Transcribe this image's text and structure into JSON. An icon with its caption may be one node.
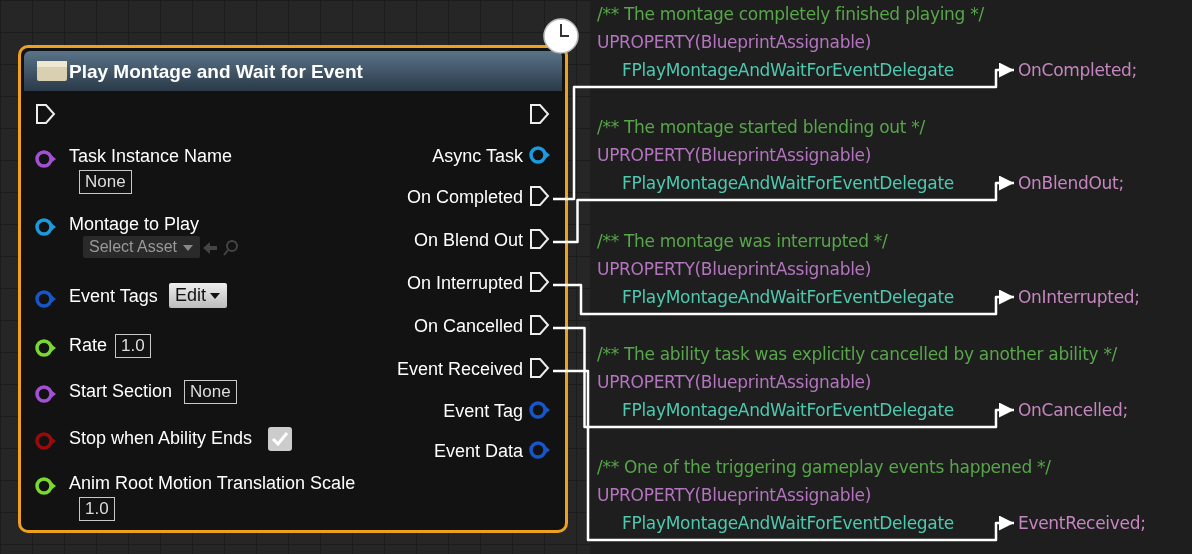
{
  "diagram": {
    "nodes": [
      {
        "text": [
          "Play Montage and Wait for Event"
        ]
      },
      {
        "text": [
          "Task Instance Name",
          "None"
        ],
        "in": 0
      },
      {
        "text": [
          "Montage to Play",
          "Select Asset"
        ],
        "in": 0
      },
      {
        "text": [
          "Event Tags",
          "Edit"
        ],
        "in": 0
      },
      {
        "text": [
          "Rate",
          "1.0"
        ],
        "in": 0
      },
      {
        "text": [
          "Start Section",
          "None"
        ],
        "in": 0
      },
      {
        "text": [
          "Stop when Ability Ends"
        ],
        "in": 0
      },
      {
        "text": [
          "Anim Root Motion Translation Scale",
          "1.0"
        ],
        "in": 0
      },
      {
        "text": [
          "Async Task"
        ],
        "in": 0
      },
      {
        "text": [
          "On Completed"
        ],
        "in": 0
      },
      {
        "text": [
          "On Blend Out"
        ],
        "in": 0
      },
      {
        "text": [
          "On Interrupted"
        ],
        "in": 0
      },
      {
        "text": [
          "On Cancelled"
        ],
        "in": 0
      },
      {
        "text": [
          "Event Received"
        ],
        "in": 0
      },
      {
        "text": [
          "Event Tag"
        ],
        "in": 0
      },
      {
        "text": [
          "Event Data"
        ],
        "in": 0
      },
      {
        "text": [
          "OnCompleted;"
        ]
      },
      {
        "text": [
          "OnBlendOut;"
        ]
      },
      {
        "text": [
          "OnInterrupted;"
        ]
      },
      {
        "text": [
          "OnCancelled;"
        ]
      },
      {
        "text": [
          "EventReceived;"
        ]
      }
    ],
    "edges": [
      {
        "from": 9,
        "to": 16,
        "arrow": "to"
      },
      {
        "from": 10,
        "to": 17,
        "arrow": "to"
      },
      {
        "from": 11,
        "to": 18,
        "arrow": "to"
      },
      {
        "from": 12,
        "to": 19,
        "arrow": "to"
      },
      {
        "from": 13,
        "to": 20,
        "arrow": "to"
      }
    ],
    "labels": [
      "/** The montage completely finished playing */",
      "UPROPERTY(BlueprintAssignable)",
      "FPlayMontageAndWaitForEventDelegate",
      "/** The montage started blending out */",
      "UPROPERTY(BlueprintAssignable)",
      "FPlayMontageAndWaitForEventDelegate",
      "/** The montage was interrupted */",
      "UPROPERTY(BlueprintAssignable)",
      "FPlayMontageAndWaitForEventDelegate",
      "/** The ability task was explicitly cancelled by another ability */",
      "UPROPERTY(BlueprintAssignable)",
      "FPlayMontageAndWaitForEventDelegate",
      "/** One of the triggering gameplay events happened */",
      "UPROPERTY(BlueprintAssignable)",
      "FPlayMontageAndWaitForEventDelegate"
    ]
  }
}
